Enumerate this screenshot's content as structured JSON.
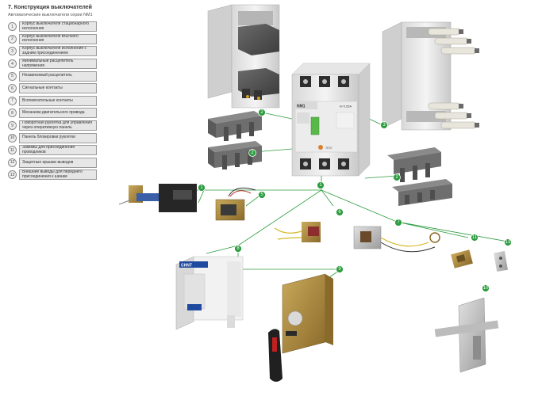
{
  "header": {
    "title": "7. Конструкция выключателей",
    "subtitle": "Автоматические выключатели серии NM1"
  },
  "legend": [
    {
      "num": "1",
      "text": "Корпус выключателя стационарного исполнения"
    },
    {
      "num": "2",
      "text": "Корпус выключателя втычного исполнения"
    },
    {
      "num": "3",
      "text": "Корпус выключателя исполнения с задним присоединением"
    },
    {
      "num": "4",
      "text": "Минимальный расцепитель напряжения"
    },
    {
      "num": "5",
      "text": "Независимый расцепитель"
    },
    {
      "num": "6",
      "text": "Сигнальные контакты"
    },
    {
      "num": "7",
      "text": "Вспомогательные контакты"
    },
    {
      "num": "8",
      "text": "Механизм двигательного привода"
    },
    {
      "num": "9",
      "text": "Поворотная рукоятка для управления через оперативную панель"
    },
    {
      "num": "10",
      "text": "Панель блокировки рукоятки"
    },
    {
      "num": "11",
      "text": "Зажимы для присоединения проводников"
    },
    {
      "num": "12",
      "text": "Защитные крышки выводов"
    },
    {
      "num": "13",
      "text": "Внешние выводы для переднего присоединения к шинам"
    }
  ],
  "breaker": {
    "brand": "NM1",
    "rating": "In=125A",
    "button_label": "TEST"
  },
  "motor_brand": "CHNT",
  "callouts": [
    "1",
    "2",
    "2",
    "3",
    "4",
    "5",
    "6",
    "7",
    "8",
    "9",
    "10",
    "11",
    "12",
    "13",
    "1",
    "2"
  ],
  "colors": {
    "accent": "#2c9c3f",
    "line": "#2c9c3f"
  }
}
